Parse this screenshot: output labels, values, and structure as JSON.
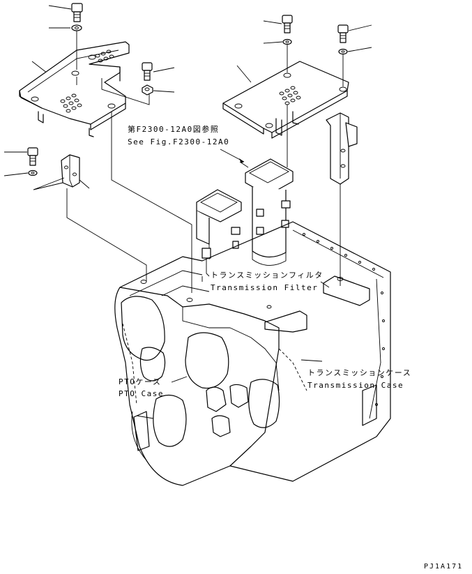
{
  "labels": {
    "ref_jp": "第F2300-12A0図参照",
    "ref_en": "See Fig.F2300-12A0",
    "filter_jp": "トランスミッションフィルタ",
    "filter_en": "Transmission Filter",
    "tcase_jp": "トランスミッションケース",
    "tcase_en": "Transmission Case",
    "pto_jp": "PTOケース",
    "pto_en": "PTO Case",
    "drawing_code": "PJ1A171"
  },
  "colors": {
    "line": "#000000",
    "background": "#ffffff"
  }
}
